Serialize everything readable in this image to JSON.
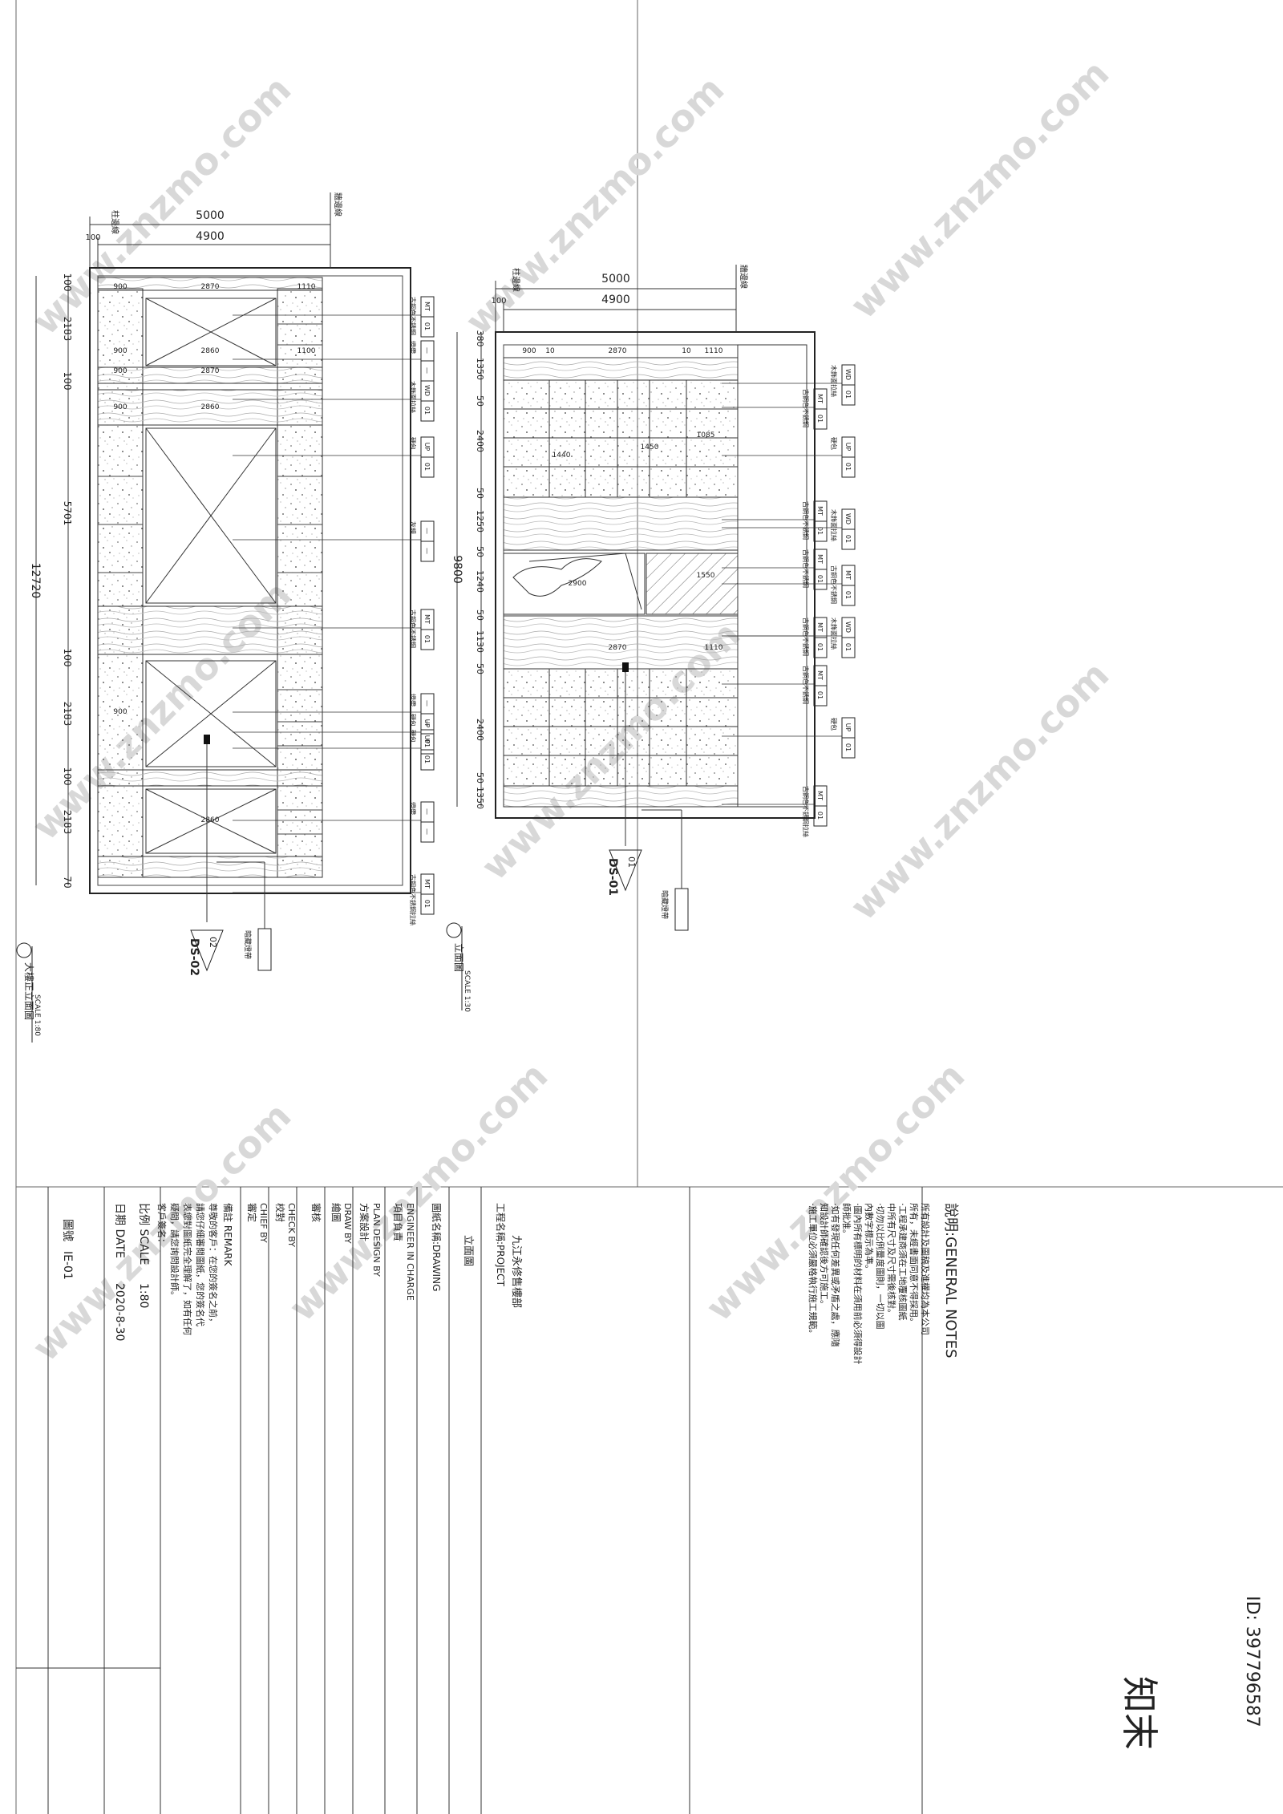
{
  "top_label_right": "知末",
  "image_id": "ID: 397796587",
  "watermark_text": "www.znzmo.com",
  "left_elevation": {
    "top_dim_outer": "5000",
    "top_dim_inner": "4900",
    "top_dim_100": "100",
    "axis_a": "柱邊線",
    "axis_b": "牆邊線",
    "vertical_total": "12720",
    "vertical_dims": [
      "100",
      "2183",
      "100",
      "5701",
      "100",
      "2183",
      "100",
      "2183",
      "70"
    ],
    "row_widths": [
      "900",
      "2870",
      "1110",
      "900",
      "2860",
      "1100",
      "900",
      "2870",
      "900",
      "2860",
      "900",
      "2860"
    ],
    "tags": [
      {
        "code": "MT",
        "num": "01",
        "desc": "古銅色不銹鋼"
      },
      {
        "code": "—",
        "num": "—",
        "desc": "燈帶"
      },
      {
        "code": "WD",
        "num": "01",
        "desc": "木飾面拉絲"
      },
      {
        "code": "UP",
        "num": "01",
        "desc": "硬包"
      },
      {
        "code": "—",
        "num": "—",
        "desc": "灰鏡"
      },
      {
        "code": "MT",
        "num": "01",
        "desc": "古銅色不銹鋼"
      },
      {
        "code": "—",
        "num": "—",
        "desc": "燈帶"
      },
      {
        "code": "UP",
        "num": "01",
        "desc": "硬包"
      },
      {
        "code": "UP",
        "num": "01",
        "desc": "硬包"
      },
      {
        "code": "—",
        "num": "—",
        "desc": "燈帶"
      },
      {
        "code": "MT",
        "num": "01",
        "desc": "古銅色不銹鋼拉絲"
      }
    ],
    "bottom_tag": {
      "code": "—",
      "num": "—",
      "desc": "暗藏燈帶"
    },
    "section_mark": {
      "num": "02",
      "ref": "DS-02"
    },
    "title": "大樓正立面圖",
    "title_scale": "SCALE 1:80"
  },
  "right_elevation": {
    "top_dim_outer": "5000",
    "top_dim_inner": "4900",
    "top_dim_100": "100",
    "axis_a": "柱邊線",
    "axis_b": "牆邊線",
    "vertical_total": "9800",
    "vertical_dims": [
      "380",
      "1350",
      "50",
      "2400",
      "50",
      "1250",
      "50",
      "1240",
      "50",
      "1130",
      "50",
      "2400",
      "50",
      "1350"
    ],
    "widths": [
      "900",
      "10",
      "2870",
      "10",
      "1110",
      "1440",
      "1450",
      "1085",
      "2900",
      "1550",
      "2870",
      "1110"
    ],
    "tags": [
      {
        "code": "WD",
        "num": "01",
        "desc": "木飾面拉絲"
      },
      {
        "code": "MT",
        "num": "01",
        "desc": "古銅色不銹鋼"
      },
      {
        "code": "UP",
        "num": "01",
        "desc": "硬包"
      },
      {
        "code": "MT",
        "num": "01",
        "desc": "古銅色不銹鋼"
      },
      {
        "code": "WD",
        "num": "01",
        "desc": "木飾面拉絲"
      },
      {
        "code": "MT",
        "num": "01",
        "desc": "古銅色不銹鋼"
      },
      {
        "code": "MT",
        "num": "01",
        "desc": "古銅色不銹鋼"
      },
      {
        "code": "MT",
        "num": "01",
        "desc": "古銅色不銹鋼"
      },
      {
        "code": "WD",
        "num": "01",
        "desc": "木飾面拉絲"
      },
      {
        "code": "MT",
        "num": "01",
        "desc": "古銅色不銹鋼"
      },
      {
        "code": "UP",
        "num": "01",
        "desc": "硬包"
      },
      {
        "code": "MT",
        "num": "01",
        "desc": "古銅色不銹鋼拉絲"
      }
    ],
    "bottom_tag": {
      "code": "—",
      "num": "—",
      "desc": "暗藏燈帶"
    },
    "section_mark": {
      "num": "01",
      "ref": "DS-01"
    },
    "title": "立面圖",
    "title_scale": "SCALE 1:30"
  },
  "title_block": {
    "notes_title": "說明:GENERAL NOTES",
    "notes": [
      "所有設計及圖稿及進權均為本公司",
      "所有，未經書面同意不得採用。",
      "·工程承建商須在工地覆核圖紙",
      "中所有尺寸及尺寸需後核對。",
      "·切勿以比例量度圖則，一切以圖",
      "內數字標示為準。",
      "·圖內所有標明的材料在須用前必須得設計",
      "師批准。",
      "·如有發現任何差異或矛盾之處，應隨",
      "知設計師確認後方可施工。",
      "·施工單位必須嚴格執行施工規範。"
    ],
    "project_label": "工程名稱:PROJECT",
    "project_name": "九江永修售樓部",
    "drawing_label": "圖紙名稱:DRAWING",
    "drawing_name": "立面圖",
    "engineer_label": "項目負責",
    "engineer_en": "ENGINEER IN CHARGE",
    "plan_label": "方案設計",
    "plan_en": "PLAN DESIGN BY",
    "draw_label": "繪圖",
    "draw_en": "DRAW BY",
    "audit_label": "審核",
    "check_label": "校對",
    "check_en": "CHECK BY",
    "chief_label": "審定",
    "chief_en": "CHIEF BY",
    "remark_label": "備註 REMARK",
    "remark_lines": [
      "尊敬的客戶：在您的簽名之前，",
      "請您仔細審閱圖紙，您的簽名代",
      "表您對圖紙完全理解了，如有任何",
      "疑問，請您詢問設計師。",
      "客戶簽名："
    ],
    "scale_label": "比例 SCALE",
    "scale_value": "1:80",
    "date_label": "日期 DATE",
    "date_value": "2020-8-30",
    "drawing_no_label": "圖號",
    "drawing_no_value": "IE-01"
  }
}
